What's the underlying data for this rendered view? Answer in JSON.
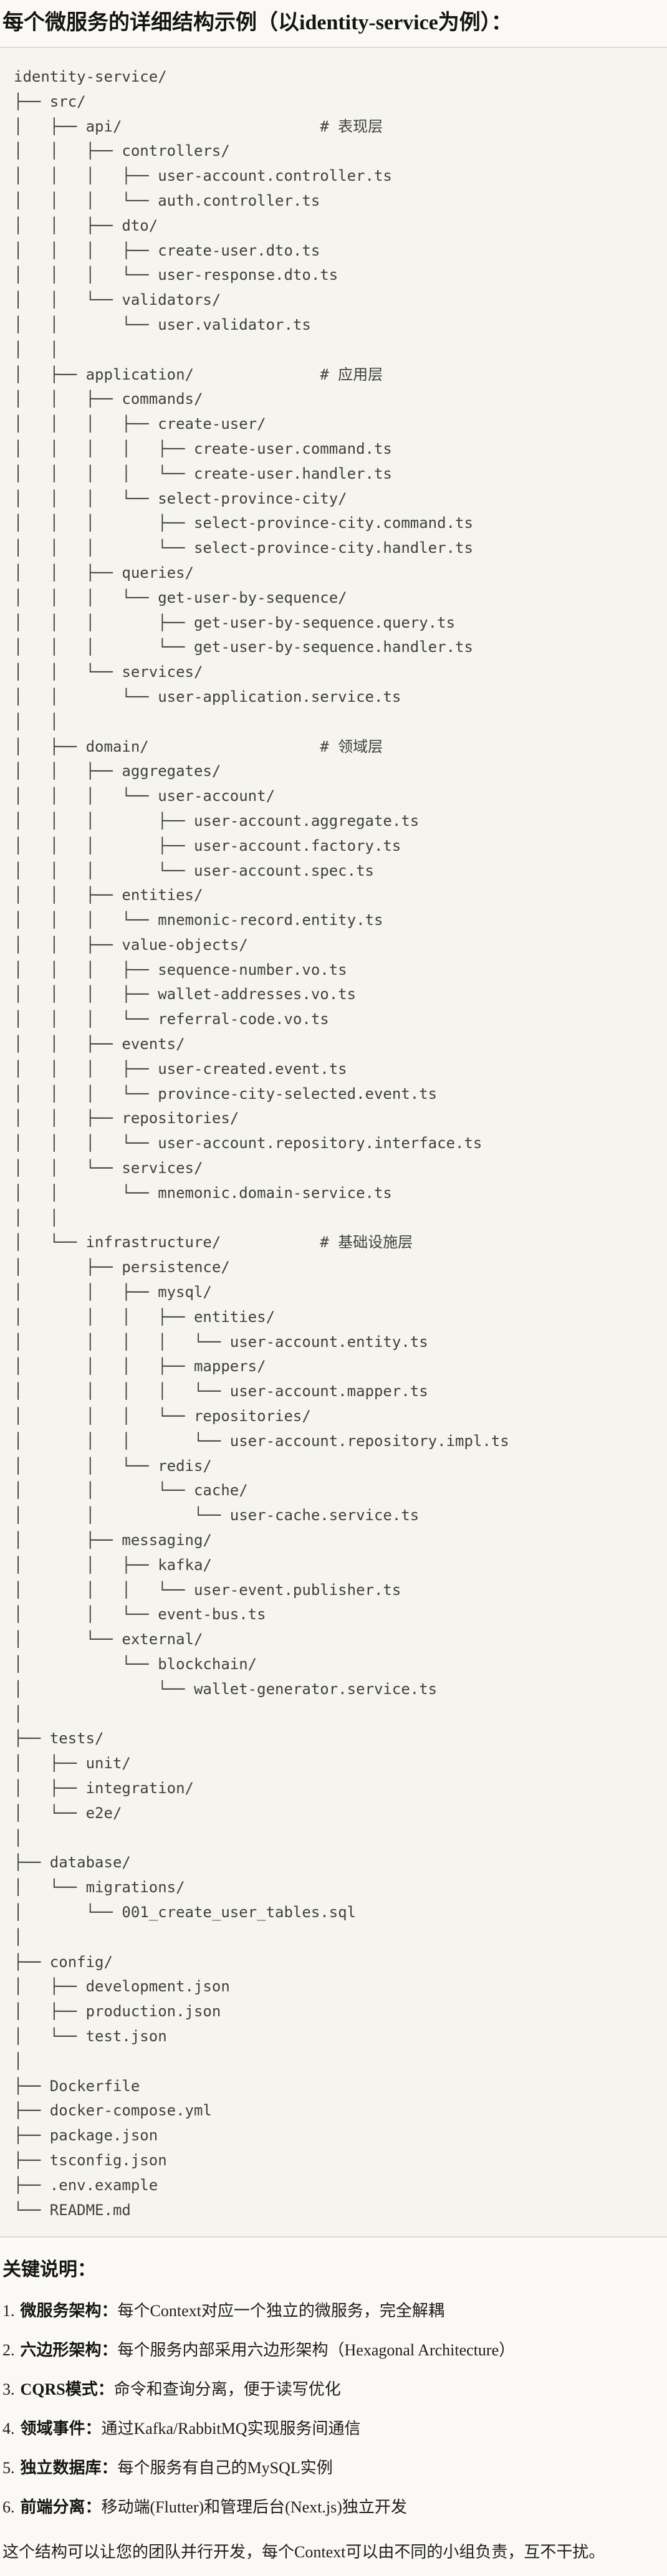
{
  "page": {
    "title": "每个微服务的详细结构示例（以identity-service为例）：",
    "section_heading": "关键说明：",
    "footer": "这个结构可以让您的团队并行开发，每个Context可以由不同的小组负责，互不干扰。"
  },
  "code_block": {
    "lines": [
      "identity-service/",
      "├── src/",
      "│   ├── api/                      # 表现层",
      "│   │   ├── controllers/",
      "│   │   │   ├── user-account.controller.ts",
      "│   │   │   └── auth.controller.ts",
      "│   │   ├── dto/",
      "│   │   │   ├── create-user.dto.ts",
      "│   │   │   └── user-response.dto.ts",
      "│   │   └── validators/",
      "│   │       └── user.validator.ts",
      "│   │",
      "│   ├── application/              # 应用层",
      "│   │   ├── commands/",
      "│   │   │   ├── create-user/",
      "│   │   │   │   ├── create-user.command.ts",
      "│   │   │   │   └── create-user.handler.ts",
      "│   │   │   └── select-province-city/",
      "│   │   │       ├── select-province-city.command.ts",
      "│   │   │       └── select-province-city.handler.ts",
      "│   │   ├── queries/",
      "│   │   │   └── get-user-by-sequence/",
      "│   │   │       ├── get-user-by-sequence.query.ts",
      "│   │   │       └── get-user-by-sequence.handler.ts",
      "│   │   └── services/",
      "│   │       └── user-application.service.ts",
      "│   │",
      "│   ├── domain/                   # 领域层",
      "│   │   ├── aggregates/",
      "│   │   │   └── user-account/",
      "│   │   │       ├── user-account.aggregate.ts",
      "│   │   │       ├── user-account.factory.ts",
      "│   │   │       └── user-account.spec.ts",
      "│   │   ├── entities/",
      "│   │   │   └── mnemonic-record.entity.ts",
      "│   │   ├── value-objects/",
      "│   │   │   ├── sequence-number.vo.ts",
      "│   │   │   ├── wallet-addresses.vo.ts",
      "│   │   │   └── referral-code.vo.ts",
      "│   │   ├── events/",
      "│   │   │   ├── user-created.event.ts",
      "│   │   │   └── province-city-selected.event.ts",
      "│   │   ├── repositories/",
      "│   │   │   └── user-account.repository.interface.ts",
      "│   │   └── services/",
      "│   │       └── mnemonic.domain-service.ts",
      "│   │",
      "│   └── infrastructure/           # 基础设施层",
      "│       ├── persistence/",
      "│       │   ├── mysql/",
      "│       │   │   ├── entities/",
      "│       │   │   │   └── user-account.entity.ts",
      "│       │   │   ├── mappers/",
      "│       │   │   │   └── user-account.mapper.ts",
      "│       │   │   └── repositories/",
      "│       │   │       └── user-account.repository.impl.ts",
      "│       │   └── redis/",
      "│       │       └── cache/",
      "│       │           └── user-cache.service.ts",
      "│       ├── messaging/",
      "│       │   ├── kafka/",
      "│       │   │   └── user-event.publisher.ts",
      "│       │   └── event-bus.ts",
      "│       └── external/",
      "│           └── blockchain/",
      "│               └── wallet-generator.service.ts",
      "│",
      "├── tests/",
      "│   ├── unit/",
      "│   ├── integration/",
      "│   └── e2e/",
      "│",
      "├── database/",
      "│   └── migrations/",
      "│       └── 001_create_user_tables.sql",
      "│",
      "├── config/",
      "│   ├── development.json",
      "│   ├── production.json",
      "│   └── test.json",
      "│",
      "├── Dockerfile",
      "├── docker-compose.yml",
      "├── package.json",
      "├── tsconfig.json",
      "├── .env.example",
      "└── README.md"
    ]
  },
  "key_points": [
    {
      "num": "1.",
      "term": "微服务架构：",
      "text": "每个Context对应一个独立的微服务，完全解耦"
    },
    {
      "num": "2.",
      "term": "六边形架构：",
      "text": "每个服务内部采用六边形架构（Hexagonal Architecture）"
    },
    {
      "num": "3.",
      "term": "CQRS模式：",
      "text": "命令和查询分离，便于读写优化"
    },
    {
      "num": "4.",
      "term": "领域事件：",
      "text": "通过Kafka/RabbitMQ实现服务间通信"
    },
    {
      "num": "5.",
      "term": "独立数据库：",
      "text": "每个服务有自己的MySQL实例"
    },
    {
      "num": "6.",
      "term": "前端分离：",
      "text": "移动端(Flutter)和管理后台(Next.js)独立开发"
    }
  ]
}
